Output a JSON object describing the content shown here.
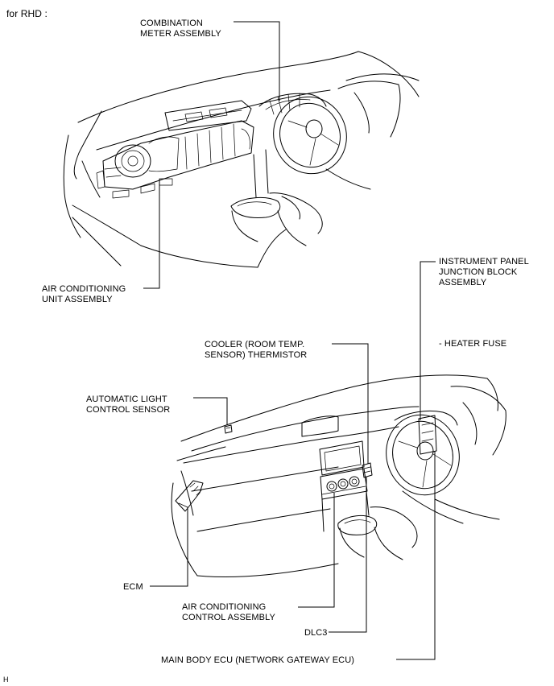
{
  "header": {
    "title": "for RHD :"
  },
  "footer": {
    "code": "H"
  },
  "upper_view": {
    "labels": {
      "combination_meter": [
        "COMBINATION",
        "METER ASSEMBLY"
      ],
      "air_conditioning_unit": [
        "AIR CONDITIONING",
        "UNIT ASSEMBLY"
      ]
    }
  },
  "lower_view": {
    "labels": {
      "instrument_panel_jb": [
        "INSTRUMENT PANEL",
        "JUNCTION BLOCK",
        "ASSEMBLY"
      ],
      "heater_fuse": "- HEATER FUSE",
      "cooler_thermistor": [
        "COOLER (ROOM TEMP.",
        "SENSOR) THERMISTOR"
      ],
      "auto_light_sensor": [
        "AUTOMATIC LIGHT",
        "CONTROL SENSOR"
      ],
      "ecm": "ECM",
      "ac_control_assembly": [
        "AIR CONDITIONING",
        "CONTROL ASSEMBLY"
      ],
      "dlc3": "DLC3",
      "main_body_ecu": "MAIN BODY ECU (NETWORK GATEWAY ECU)"
    }
  }
}
